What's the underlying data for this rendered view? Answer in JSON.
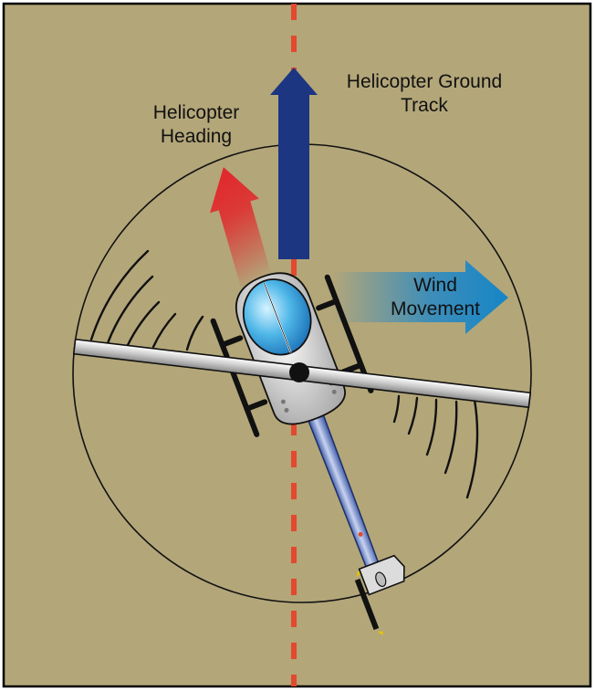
{
  "labels": {
    "ground_track": [
      "Helicopter Ground",
      "Track"
    ],
    "heading": [
      "Helicopter",
      "Heading"
    ],
    "wind": [
      "Wind",
      "Movement"
    ]
  },
  "colors": {
    "background": "#b3a679",
    "ground_track_arrow": "#1c3682",
    "heading_arrow": "#e2262b",
    "wind_arrow": "#1585c7",
    "track_line": "#e2492f",
    "border": "#000000"
  },
  "icons": {
    "helicopter": "helicopter-top-view-icon"
  }
}
